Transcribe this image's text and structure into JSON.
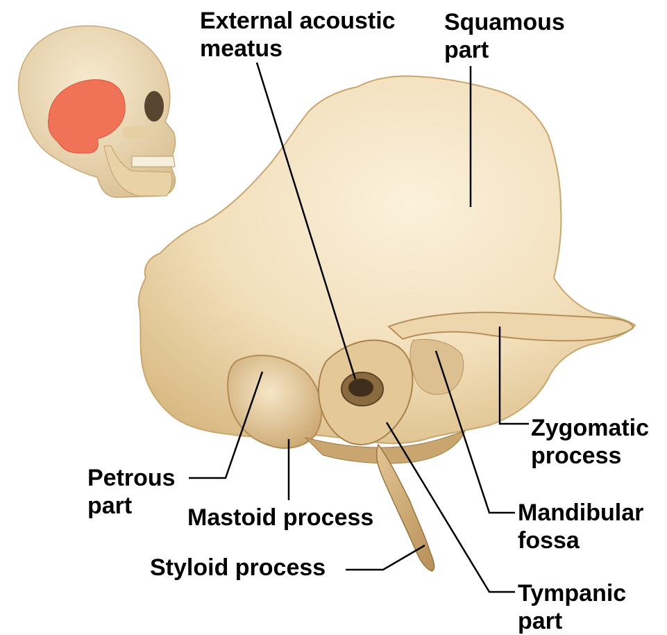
{
  "labels": {
    "external_acoustic_meatus": [
      "External acoustic",
      "meatus"
    ],
    "squamous_part": [
      "Squamous",
      "part"
    ],
    "zygomatic_process": [
      "Zygomatic",
      "process"
    ],
    "petrous_part": [
      "Petrous",
      "part"
    ],
    "mastoid_process": [
      "Mastoid process"
    ],
    "mandibular_fossa": [
      "Mandibular",
      "fossa"
    ],
    "styloid_process": [
      "Styloid process"
    ],
    "tympanic_part": [
      "Tympanic",
      "part"
    ]
  },
  "colors": {
    "bone": "#f4e2c1",
    "bone_shadow": "#d9bd8d",
    "bone_dark": "#b8935a",
    "skull_highlight": "#f06a4f",
    "leader_line": "#000000"
  }
}
